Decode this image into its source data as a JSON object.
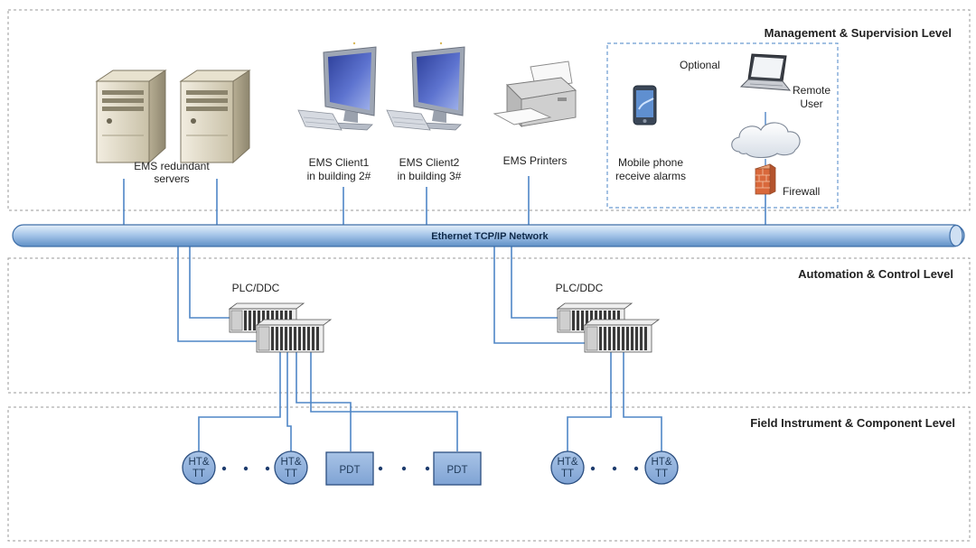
{
  "levels": {
    "management": "Management & Supervision Level",
    "automation": "Automation & Control Level",
    "field": "Field Instrument & Component Level"
  },
  "network": {
    "label": "Ethernet TCP/IP Network",
    "colors": {
      "pipe_light": "#d8e7f6",
      "pipe_dark": "#6f9fd2",
      "stroke": "#3f6fa8"
    }
  },
  "management": {
    "servers": {
      "label_line1": "EMS redundant",
      "label_line2": "servers",
      "icon": "server-tower-icon"
    },
    "client1": {
      "label_line1": "EMS Client1",
      "label_line2": "in building 2#",
      "icon": "desktop-computer-icon"
    },
    "client2": {
      "label_line1": "EMS Client2",
      "label_line2": "in building 3#",
      "icon": "desktop-computer-icon"
    },
    "printers": {
      "label": "EMS Printers",
      "icon": "printer-icon"
    },
    "optional": {
      "title": "Optional",
      "mobile": {
        "label_line1": "Mobile phone",
        "label_line2": "receive alarms",
        "icon": "mobile-phone-icon"
      },
      "remote": {
        "label_line1": "Remote",
        "label_line2": "User",
        "icon": "laptop-icon"
      },
      "cloud_icon": "cloud-icon",
      "firewall": {
        "label": "Firewall",
        "icon": "firewall-icon"
      }
    }
  },
  "automation": {
    "controllers": [
      {
        "label": "PLC/DDC",
        "icon": "plc-rack-icon"
      },
      {
        "label": "PLC/DDC",
        "icon": "plc-rack-icon"
      }
    ]
  },
  "field": {
    "node_color": "#8fb0dc",
    "group1": [
      {
        "type": "circle",
        "line1": "HT&",
        "line2": "TT"
      },
      {
        "type": "circle",
        "line1": "HT&",
        "line2": "TT"
      },
      {
        "type": "box",
        "line1": "PDT"
      },
      {
        "type": "box",
        "line1": "PDT"
      }
    ],
    "group2": [
      {
        "type": "circle",
        "line1": "HT&",
        "line2": "TT"
      },
      {
        "type": "circle",
        "line1": "HT&",
        "line2": "TT"
      }
    ]
  }
}
